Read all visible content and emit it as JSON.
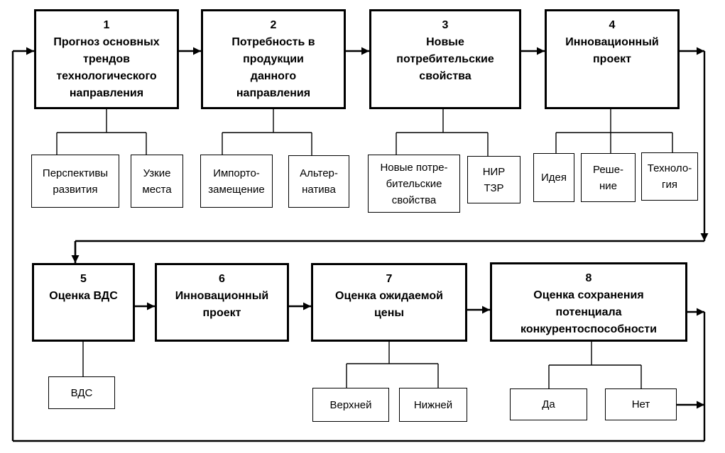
{
  "diagram": {
    "stages": [
      {
        "num": "1",
        "title": "Прогноз основных\nтрендов\nтехнологического\nнаправления"
      },
      {
        "num": "2",
        "title": "Потребность в\nпродукции\nданного\nнаправления"
      },
      {
        "num": "3",
        "title": "Новые\nпотребительские\nсвойства"
      },
      {
        "num": "4",
        "title": "Инновационный\nпроект"
      },
      {
        "num": "5",
        "title": "Оценка ВДС"
      },
      {
        "num": "6",
        "title": "Инновационный\nпроект"
      },
      {
        "num": "7",
        "title": "Оценка ожидаемой\nцены"
      },
      {
        "num": "8",
        "title": "Оценка сохранения\nпотенциала\nконкурентоспособности"
      }
    ],
    "leaves": {
      "s1a": "Перспективы\nразвития",
      "s1b": "Узкие\nместа",
      "s2a": "Импорто-\nзамещение",
      "s2b": "Альтер-\nнатива",
      "s3a": "Новые потре-\nбительские\nсвойства",
      "s3b": "НИР\nТЗР",
      "s4a": "Идея",
      "s4b": "Реше-\nние",
      "s4c": "Техноло-\nгия",
      "s5a": "ВДС",
      "s7a": "Верхней",
      "s7b": "Нижней",
      "s8a": "Да",
      "s8b": "Нет"
    },
    "colors": {
      "line": "#000000",
      "box_background": "#ffffff",
      "text": "#000000"
    }
  }
}
